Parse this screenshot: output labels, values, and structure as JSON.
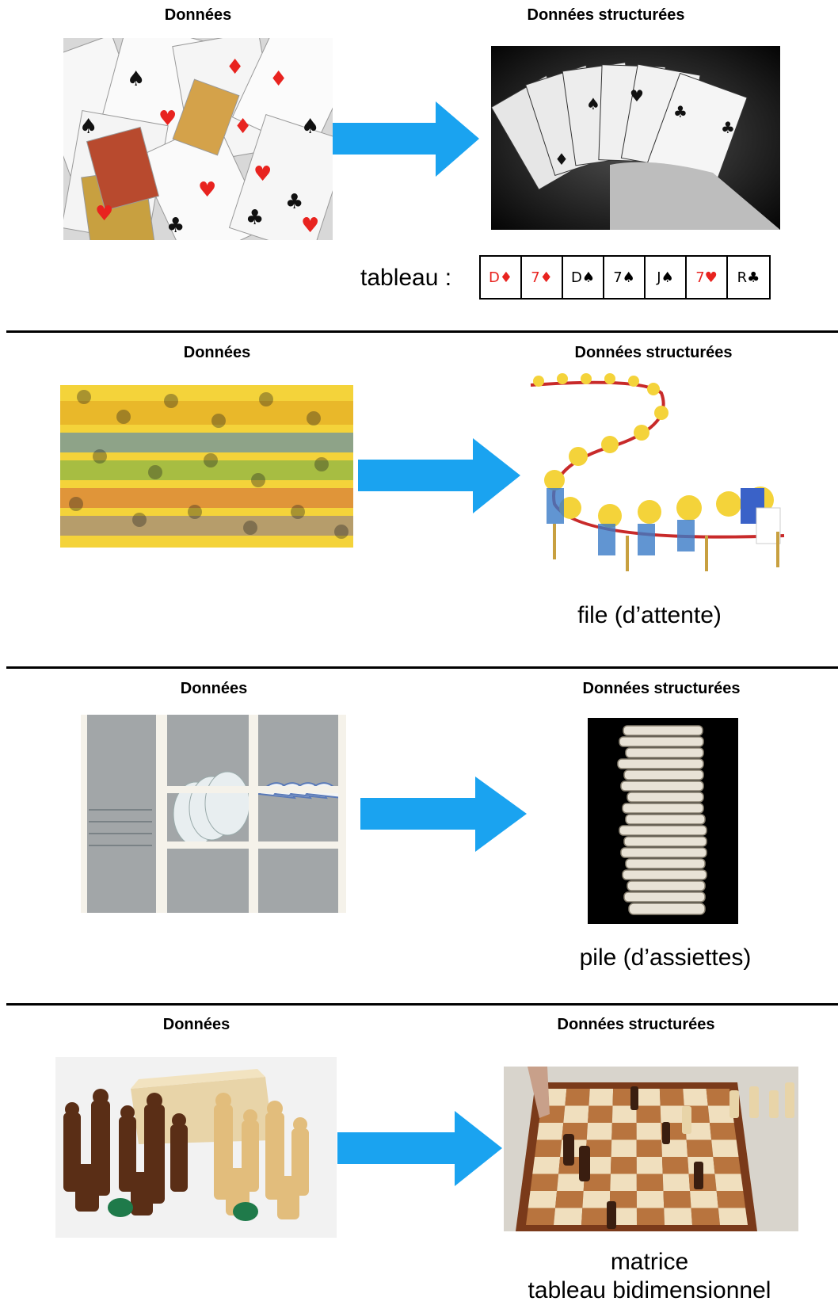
{
  "colors": {
    "arrow": "#1aa3f0",
    "red_suit": "#e8231f",
    "black_suit": "#000000",
    "divider": "#000000"
  },
  "sections": [
    {
      "left_heading": "Données",
      "right_heading": "Données structurées",
      "left_image": "scattered-playing-cards-photo",
      "right_image": "hand-holding-fanned-cards-photo",
      "table_label": "tableau :",
      "cards": [
        {
          "text": "D♦",
          "color": "red"
        },
        {
          "text": "7♦",
          "color": "red"
        },
        {
          "text": "D♠",
          "color": "black"
        },
        {
          "text": "7♠",
          "color": "black"
        },
        {
          "text": "J♠",
          "color": "black"
        },
        {
          "text": "7♥",
          "color": "red"
        },
        {
          "text": "R♣",
          "color": "black"
        }
      ]
    },
    {
      "left_heading": "Données",
      "right_heading": "Données structurées",
      "left_image": "cartoon-crowd-illustration",
      "right_image": "cartoon-queue-illustration",
      "caption": "file (d’attente)"
    },
    {
      "left_heading": "Données",
      "right_heading": "Données structurées",
      "left_image": "plates-in-cupboard-photo",
      "right_image": "stack-of-plates-photo",
      "caption": "pile (d’assiettes)"
    },
    {
      "left_heading": "Données",
      "right_heading": "Données structurées",
      "left_image": "loose-chess-pieces-photo",
      "right_image": "chessboard-game-photo",
      "caption_line1": "matrice",
      "caption_line2": "tableau bidimensionnel"
    }
  ]
}
